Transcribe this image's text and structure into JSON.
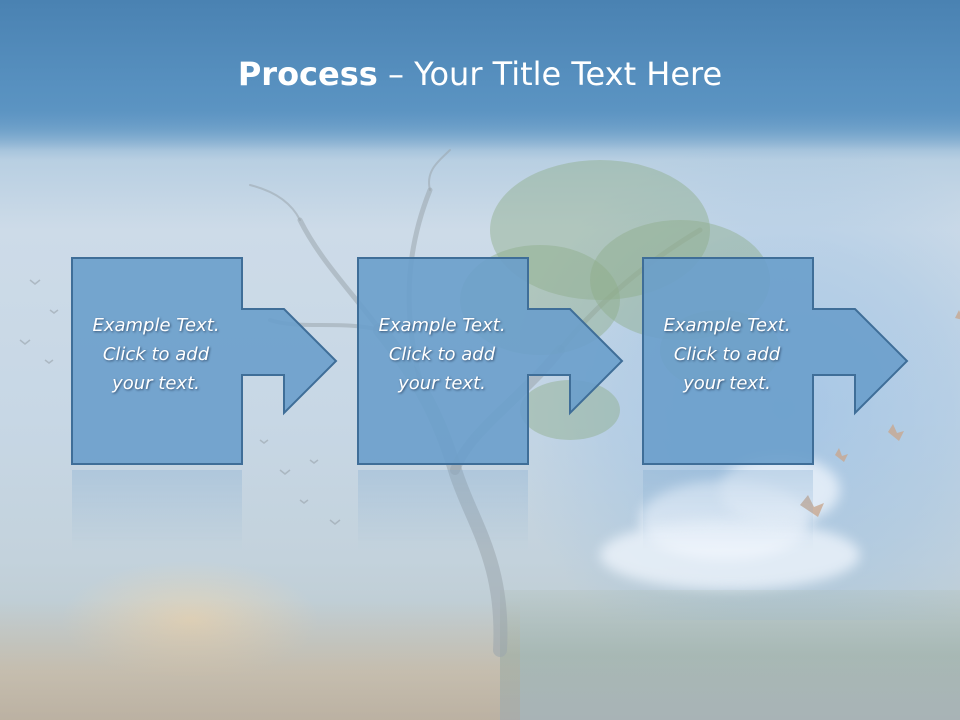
{
  "title": {
    "bold": "Process",
    "rest": " – Your Title Text Here"
  },
  "steps": [
    {
      "line1": "Example Text.",
      "line2": "Click  to add",
      "line3": "your text."
    },
    {
      "line1": "Example Text.",
      "line2": "Click  to add",
      "line3": "your text."
    },
    {
      "line1": "Example Text.",
      "line2": "Click  to add",
      "line3": "your text."
    }
  ],
  "colors": {
    "title_bar": "#4a82b2",
    "shape_fill": "#6a9fcb",
    "shape_stroke": "#3f6e98",
    "text": "#ffffff"
  }
}
